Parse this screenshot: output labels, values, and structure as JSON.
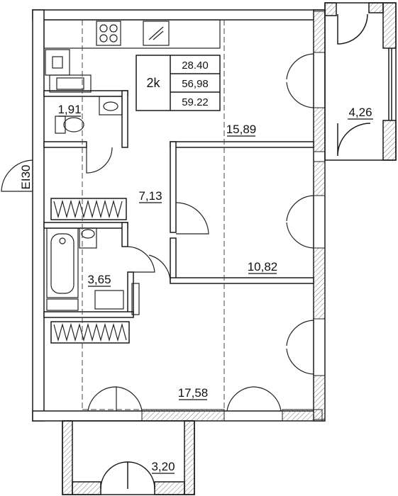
{
  "plan": {
    "summary": {
      "rooms": "2k",
      "living_area": "28.40",
      "total_area": "56,98",
      "total_with_balcony": "59.22"
    },
    "room_areas": {
      "bathroom": "1,91",
      "living_main": "15,89",
      "hallway": "7,13",
      "loggia_right": "4,26",
      "bedroom": "10,82",
      "bath_large": "3,65",
      "kitchen_living": "17,58",
      "balcony_bottom": "3,20"
    },
    "entrance_label": "ЕІ30"
  },
  "colors": {
    "wall": "#1a1a1a",
    "wall_hatch": "#cccccc",
    "line": "#222222",
    "dash": "#444444"
  }
}
